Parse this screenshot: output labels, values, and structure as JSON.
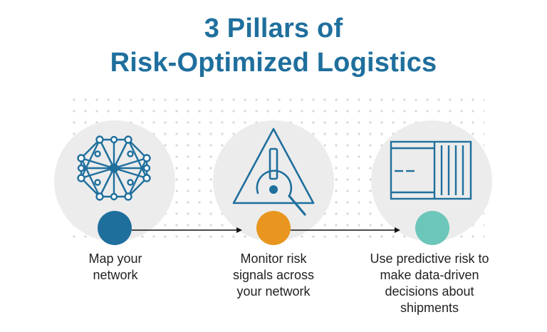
{
  "title": {
    "line1": "3 Pillars of",
    "line2": "Risk-Optimized Logistics"
  },
  "pillars": [
    {
      "icon": "network-icon",
      "color": "#1f6f9d",
      "label": "Map your\nnetwork"
    },
    {
      "icon": "warning-magnifier-icon",
      "color": "#e8961f",
      "label": "Monitor risk\nsignals across\nyour network"
    },
    {
      "icon": "shipping-container-icon",
      "color": "#6cc6ba",
      "label": "Use predictive risk to\nmake data-driven\ndecisions about\nshipments"
    }
  ],
  "colors": {
    "title": "#1f6f9d",
    "icon_stroke": "#1f6f9d",
    "circle_bg": "#ececec",
    "dot_grid": "#d7d7d7"
  }
}
